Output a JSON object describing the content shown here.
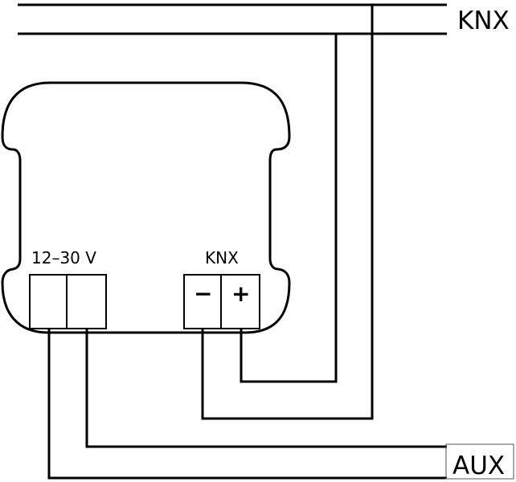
{
  "labels": {
    "bus_knx": "KNX",
    "aux": "AUX",
    "power_terminal": "12–30 V",
    "knx_terminal": "KNX",
    "minus": "−",
    "plus": "+"
  },
  "colors": {
    "line": "#000000",
    "background": "#ffffff"
  }
}
